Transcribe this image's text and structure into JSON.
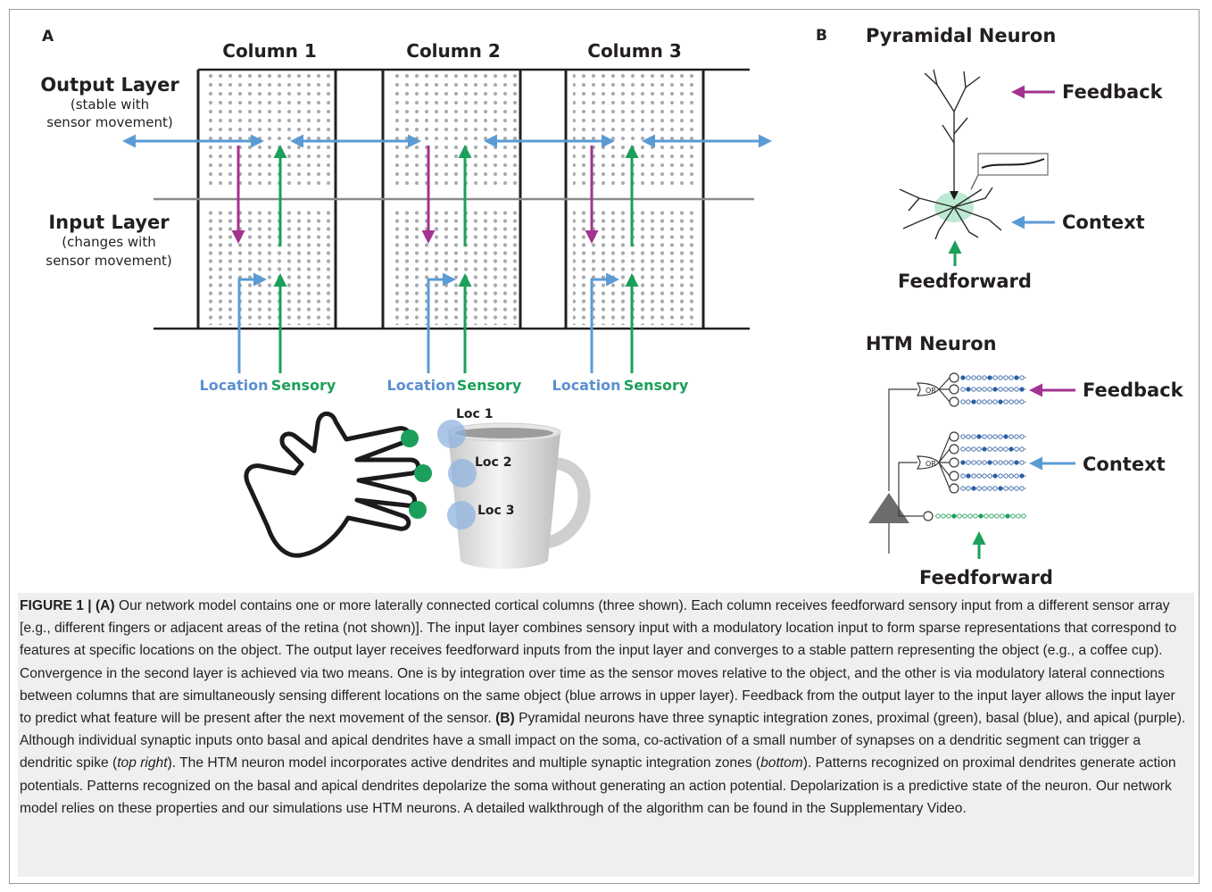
{
  "panel_a": {
    "label": "A",
    "columns": [
      "Column 1",
      "Column 2",
      "Column 3"
    ],
    "output_layer": {
      "title": "Output Layer",
      "sub1": "(stable with",
      "sub2": "sensor movement)"
    },
    "input_layer": {
      "title": "Input Layer",
      "sub1": "(changes with",
      "sub2": "sensor movement)"
    },
    "inputs": [
      {
        "location": "Location",
        "sensory": "Sensory"
      },
      {
        "location": "Location",
        "sensory": "Sensory"
      },
      {
        "location": "Location",
        "sensory": "Sensory"
      }
    ],
    "locations": [
      "Loc 1",
      "Loc 2",
      "Loc 3"
    ]
  },
  "panel_b": {
    "label": "B",
    "pyramidal": {
      "title": "Pyramidal Neuron",
      "feedback": "Feedback",
      "context": "Context",
      "feedforward": "Feedforward"
    },
    "htm": {
      "title": "HTM Neuron",
      "feedback": "Feedback",
      "context": "Context",
      "feedforward": "Feedforward",
      "or_label": "OR"
    }
  },
  "colors": {
    "lateral_blue": "#5b9bd5",
    "location_blue": "#5b8fd0",
    "sensory_green": "#1aa05a",
    "feedback_purple": "#a2338e",
    "dot_gray": "#a7a9ac"
  },
  "caption": {
    "figure_label": "FIGURE 1 |",
    "a_label": "(A)",
    "a_text": " Our network model contains one or more laterally connected cortical columns (three shown). Each column receives feedforward sensory input from a different sensor array [e.g., different fingers or adjacent areas of the retina (not shown)]. The input layer combines sensory input with a modulatory location input to form sparse representations that correspond to features at specific locations on the object. The output layer receives feedforward inputs from the input layer and converges to a stable pattern representing the object (e.g., a coffee cup). Convergence in the second layer is achieved via two means. One is by integration over time as the sensor moves relative to the object, and the other is via modulatory lateral connections between columns that are simultaneously sensing different locations on the same object (blue arrows in upper layer). Feedback from the output layer to the input layer allows the input layer to predict what feature will be present after the next movement of the sensor. ",
    "b_label": "(B)",
    "b_text_1": " Pyramidal neurons have three synaptic integration zones, proximal (green), basal (blue), and apical (purple). Although individual synaptic inputs onto basal and apical dendrites have a small impact on the soma, co-activation of a small number of synapses on a dendritic segment can trigger a dendritic spike (",
    "b_italic_1": "top right",
    "b_text_2": "). The HTM neuron model incorporates active dendrites and multiple synaptic integration zones (",
    "b_italic_2": "bottom",
    "b_text_3": "). Patterns recognized on proximal dendrites generate action potentials. Patterns recognized on the basal and apical dendrites depolarize the soma without generating an action potential. Depolarization is a predictive state of the neuron. Our network model relies on these properties and our simulations use HTM neurons. A detailed walkthrough of the algorithm can be found in the Supplementary Video."
  }
}
